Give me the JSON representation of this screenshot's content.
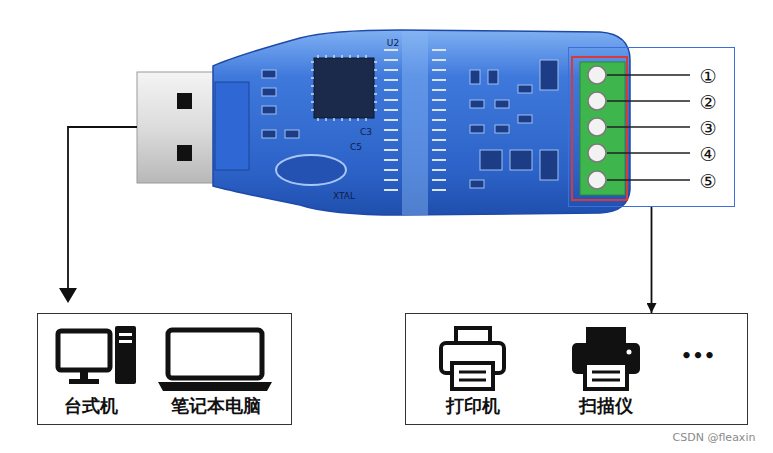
{
  "diagram": {
    "nodes": [
      {
        "text": [
          "①",
          "②",
          "③",
          "④",
          "⑤"
        ]
      },
      {
        "text": [
          "台式机",
          "笔记本电脑"
        ]
      },
      {
        "text": [
          "打印机",
          "扫描仪",
          "•••"
        ]
      }
    ],
    "edges": [
      {
        "from": 0,
        "to": 2,
        "arrow": "to"
      }
    ],
    "labels": [
      "U2",
      "C3",
      "C5",
      "XTAL",
      "CSDN @fleaxin"
    ]
  }
}
